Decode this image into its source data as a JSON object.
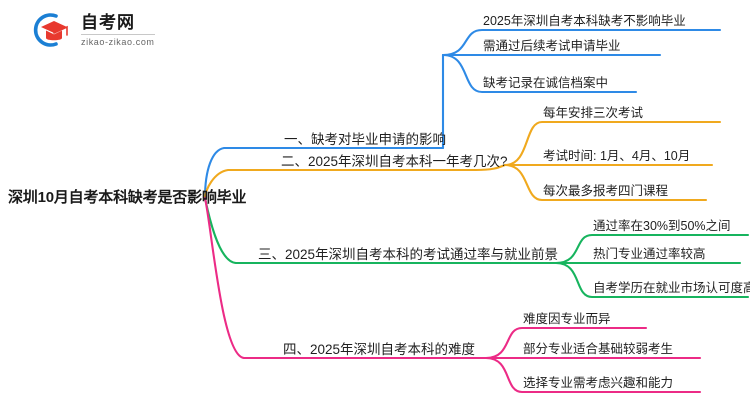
{
  "logo": {
    "title": "自考网",
    "subtitle": "zikao-zikao.com",
    "mark_icon": "graduation-cap-icon",
    "arc_color": "#1b7fd4",
    "cap_color": "#e8392f"
  },
  "mindmap": {
    "center": {
      "text": "深圳10月自考本科缺考是否影响毕业"
    },
    "branches": [
      {
        "id": "branch-1",
        "label": "一、缺考对毕业申请的影响",
        "color": "#2e8ae6",
        "children": [
          "2025年深圳自考本科缺考不影响毕业",
          "需通过后续考试申请毕业",
          "缺考记录在诚信档案中"
        ]
      },
      {
        "id": "branch-2",
        "label": "二、2025年深圳自考本科一年考几次?",
        "color": "#f0a91e",
        "children": [
          "每年安排三次考试",
          "考试时间: 1月、4月、10月",
          "每次最多报考四门课程"
        ]
      },
      {
        "id": "branch-3",
        "label": "三、2025年深圳自考本科的考试通过率与就业前景",
        "color": "#17b45e",
        "children": [
          "通过率在30%到50%之间",
          "热门专业通过率较高",
          "自考学历在就业市场认可度高"
        ]
      },
      {
        "id": "branch-4",
        "label": "四、2025年深圳自考本科的难度",
        "color": "#ec2b86",
        "children": [
          "难度因专业而异",
          "部分专业适合基础较弱考生",
          "选择专业需考虑兴趣和能力"
        ]
      }
    ]
  }
}
